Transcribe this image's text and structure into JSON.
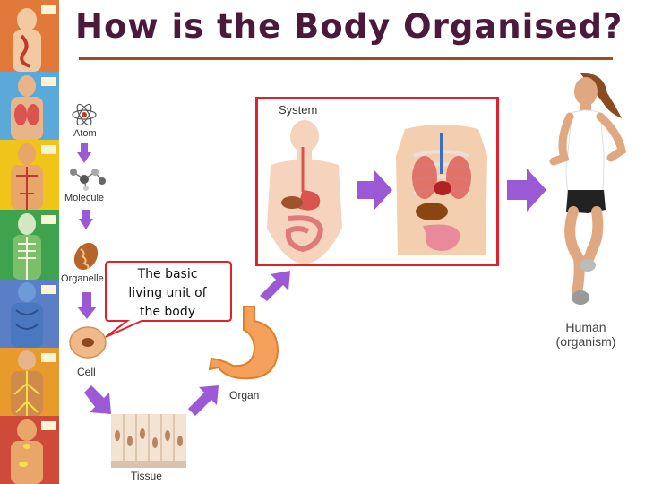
{
  "title": "How is the Body Organised?",
  "hierarchy": {
    "atom": "Atom",
    "molecule": "Molecule",
    "organelle": "Organelle",
    "cell": "Cell",
    "tissue": "Tissue",
    "organ": "Organ",
    "system": "System",
    "organism_line1": "Human",
    "organism_line2": "(organism)"
  },
  "callout": {
    "line1": "The basic",
    "line2": "living unit of",
    "line3": "the body"
  },
  "colors": {
    "title": "#4b1a3a",
    "title_rule": "#9b4e1e",
    "arrow": "#9b59d6",
    "system_border": "#e0202c",
    "callout_border": "#e0202c"
  }
}
